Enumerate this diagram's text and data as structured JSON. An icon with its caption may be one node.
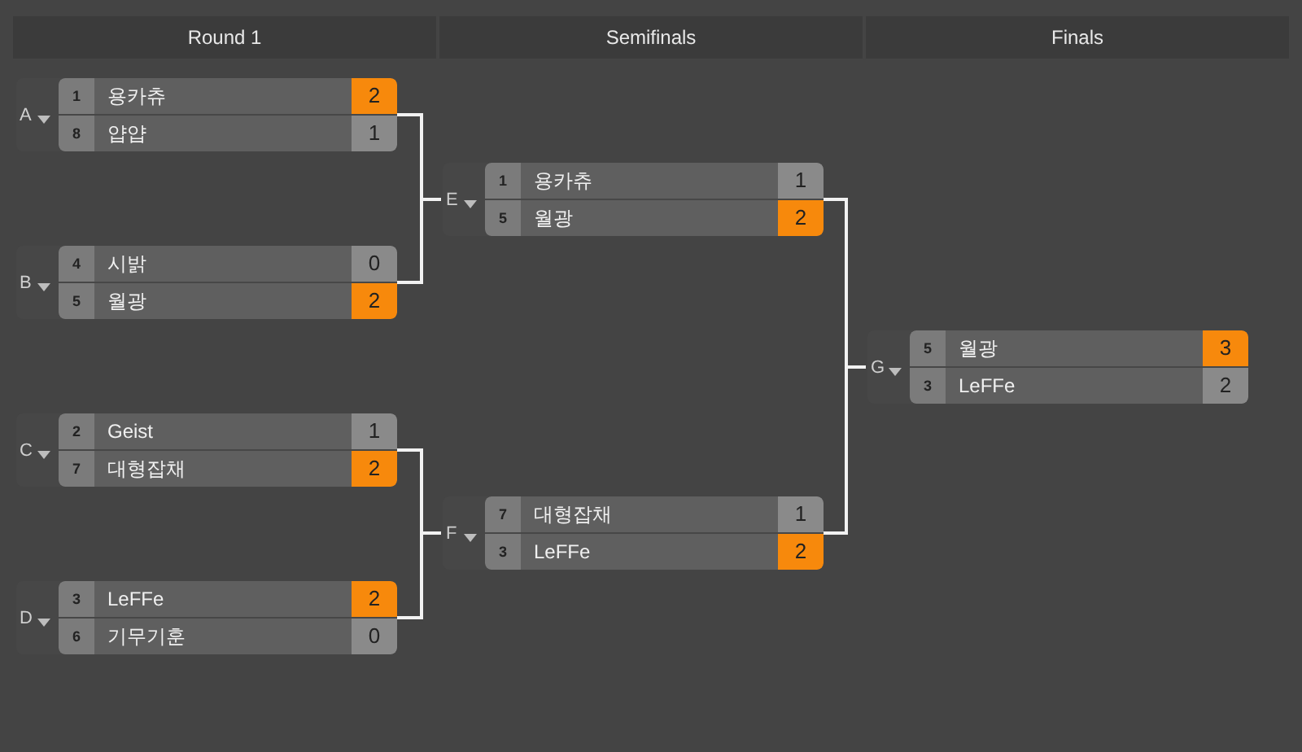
{
  "diagram": {
    "nodes": [
      {
        "text": [],
        "shape": "box",
        "beside": [
          "A"
        ]
      },
      {
        "text": [
          "1",
          "용카츄",
          "2"
        ],
        "in": 0
      },
      {
        "text": [
          "8",
          "얍얍",
          "1"
        ],
        "in": 0
      },
      {
        "text": [],
        "shape": "box",
        "beside": [
          "B"
        ]
      },
      {
        "text": [
          "4",
          "시밝",
          "0"
        ],
        "in": 3
      },
      {
        "text": [
          "5",
          "월광",
          "2"
        ],
        "in": 3
      },
      {
        "text": [],
        "shape": "box",
        "beside": [
          "C"
        ]
      },
      {
        "text": [
          "2",
          "Geist",
          "1"
        ],
        "in": 6
      },
      {
        "text": [
          "7",
          "대형잡채",
          "2"
        ],
        "in": 6
      },
      {
        "text": [],
        "shape": "box",
        "beside": [
          "D"
        ]
      },
      {
        "text": [
          "3",
          "LeFFe",
          "2"
        ],
        "in": 9
      },
      {
        "text": [
          "6",
          "기무기훈",
          "0"
        ],
        "in": 9
      },
      {
        "text": [],
        "shape": "box",
        "beside": [
          "E"
        ]
      },
      {
        "text": [
          "1",
          "용카츄",
          "1"
        ],
        "in": 12
      },
      {
        "text": [
          "5",
          "월광",
          "2"
        ],
        "in": 12
      },
      {
        "text": [],
        "shape": "box",
        "beside": [
          "F"
        ]
      },
      {
        "text": [
          "7",
          "대형잡채",
          "1"
        ],
        "in": 15
      },
      {
        "text": [
          "3",
          "LeFFe",
          "2"
        ],
        "in": 15
      },
      {
        "text": [],
        "shape": "box",
        "beside": [
          "G"
        ]
      },
      {
        "text": [
          "5",
          "월광",
          "3"
        ],
        "in": 18
      },
      {
        "text": [
          "3",
          "LeFFe",
          "2"
        ],
        "in": 18
      }
    ],
    "edges": [
      {
        "from": 0,
        "to": 12,
        "arrow": "none"
      },
      {
        "from": 3,
        "to": 12,
        "arrow": "none"
      },
      {
        "from": 6,
        "to": 15,
        "arrow": "none"
      },
      {
        "from": 9,
        "to": 15,
        "arrow": "none"
      },
      {
        "from": 12,
        "to": 18,
        "arrow": "none"
      },
      {
        "from": 15,
        "to": 18,
        "arrow": "none"
      }
    ],
    "labels": [
      "Round 1",
      "Semifinals",
      "Finals"
    ]
  }
}
